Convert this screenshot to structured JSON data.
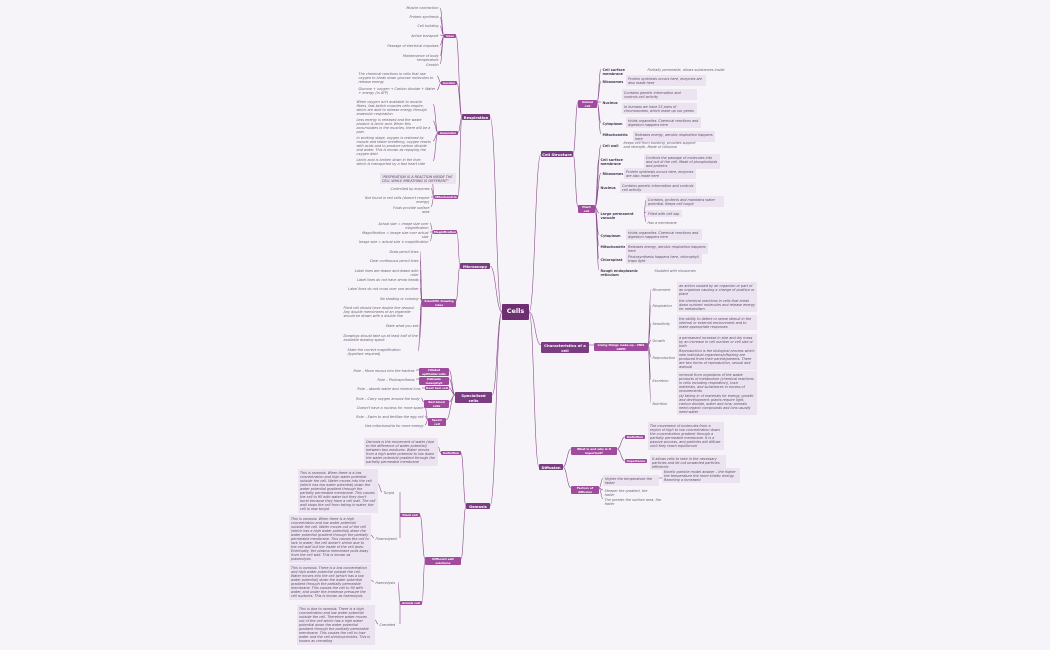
{
  "center": "Cells",
  "respiration": {
    "title": "Respiration",
    "uses": {
      "label": "Uses",
      "items": [
        "Muscle contraction",
        "Protein synthesis",
        "Cell building",
        "Active transport",
        "Passage of electrical impulses",
        "Maintenance of body temperature",
        "Growth"
      ]
    },
    "aerobic": {
      "label": "Aerobic",
      "items": [
        "The chemical reactions in cells that use oxygen to break down glucose molecules to release energy",
        "Glucose + oxygen → Carbon dioxide + Water + energy  (in ATP)"
      ]
    },
    "anaerobic": {
      "label": "Anaerobic",
      "items": [
        "When oxygen isn't available to muscle fibers, fast-twitch muscles cells respire, which are able to release energy through anaerobic respiration",
        "Less energy is released and the waste product is lactic acid. When this accumulates in the muscles, there will be a pain",
        "In working stage, oxygen is restored by muscle and faster breathing, oxygen reacts with acids and to produce carbon dioxide and water. This is known as repaying the oxygen debt",
        "Lactic acid is broken down in the liver, which is transported by a fast heart rate"
      ]
    },
    "mitochondria": {
      "label": "Mitochondria",
      "items": [
        "\"RESPIRATION IS A REACTION INSIDE THE CELL WHILE BREATHING IS DIFFERENT\"",
        "Controlled by enzymes",
        "Not found in red cells (doesn't require energy)",
        "Folds provide surface area"
      ]
    }
  },
  "microscopy": {
    "title": "Microscopy",
    "magnification": {
      "label": "Magnification",
      "items": [
        "Actual size = image size over magnification",
        "Magnification = image size over actual size",
        "Image size = actual size × magnification"
      ]
    },
    "drawing": {
      "label": "Scientific drawing rules",
      "items": [
        "Draw pencil lines",
        "Clear continuous pencil lines",
        "Label lines are drawn and drawn with ruler",
        "Label lines do not have arrow heads",
        "Label lines do not cross over one another",
        "No shading or coloring",
        "Plant cell should have double line around. Any double membranes of an organelle should be drawn with a double line",
        "State what you see",
        "Drawings should take up at least half of the available drawing space",
        "State the correct magnification (typeface required)"
      ]
    }
  },
  "specialised": {
    "title": "Specialised cells",
    "cells": [
      {
        "label": "Ciliated epithelial cells",
        "role": "Role – Move mucus into the trachea"
      },
      {
        "label": "Palisade mesophyll",
        "role": "Role – Photosynthesis"
      },
      {
        "label": "Root hair cell",
        "role": "Role – absorb water and mineral ions"
      },
      {
        "label": "Red blood cells",
        "role": "Role – Carry oxygen around the body"
      }
    ],
    "sperm": {
      "label": "Sperm cell",
      "items": [
        "Doesn't have a nucleus for more space",
        "Role – Swim to and fertilise the egg cell",
        "Has mitochondria for more energy"
      ]
    }
  },
  "osmosis": {
    "title": "Osmosis",
    "definition_label": "Definition",
    "definition": "Osmosis is the movement of water (due to the difference of water potential) between two mediums. Water moves from a high water potential to low down the water potential gradient through the partially permeable membrane",
    "solutions_label": "Different salt solutions",
    "plant": {
      "label": "Plant cell",
      "turgid_label": "Turgid",
      "turgid": "This is osmosis. When there is a low concentration and high water potential outside the cell. Water moves into the cell (which has low water potential) down the water potential gradient through the partially permeable membrane. This causes the cell to fill with water but they don't burst because they have a cell wall. The cell wall stops the cell from taking in water, the cell is now turgid",
      "plasmolysed_label": "Plasmolysed",
      "plasmolysed": "This is osmosis. When there is a high concentration and low water potential outside the cell. Water moves out of the cell (which has a high water potential) down the water potential gradient through the partially permeable membrane. This causes the cell to lack in water, the cell doesn't shrink due to the cell wall but the inside of the cell does. Eventually, the plasma membrane pulls away from the cell wall. This is known as plasmolysis"
    },
    "animal": {
      "label": "Animal cell",
      "haemolysis_label": "Haemolysis",
      "haemolysis": "This is osmosis. There is a low concentration and high water potential outside the cell. Water moves into the cell (which has a low water potential) down the water potential gradient through the partially permeable membrane. This causes the cell to fill with water, and under the immense pressure the cell ruptures. This is known as haemolysis",
      "crenated_label": "Crenated",
      "crenated": "This is due to osmosis. There is a high concentration and low water potential outside the cell. Therefore water moves out of the cell which has a high water potential down the water potential gradient through the partially permeable membrane. This causes the cell to lose water and the cell shrinks/crinkles. This is known as crenating"
    }
  },
  "cell_structure": {
    "title": "Cell Structure",
    "animal": {
      "label": "Animal cell",
      "items": [
        {
          "name": "Cell surface membrane",
          "desc": "Partially permeable, allows substances inside"
        },
        {
          "name": "Ribosomes",
          "desc": "Protein synthesis occurs here, enzymes are also made here"
        },
        {
          "name": "Nucleus",
          "desc": "Contains genetic information and controls cell activity"
        },
        {
          "name": "",
          "desc": "In humans we have 23 pairs of chromosomes, which make up our genes"
        },
        {
          "name": "Cytoplasm",
          "desc": "Holds organelles. Chemical reactions and digestion happens here"
        },
        {
          "name": "Mitochondria",
          "desc": "Releases energy, aerobic respiration happens here"
        }
      ]
    },
    "plant": {
      "label": "Plant cell",
      "items": [
        {
          "name": "Cell wall",
          "desc": "Keeps cell from bursting, provides support and strength. Made of cellulose"
        },
        {
          "name": "Cell surface membrane",
          "desc": "Controls the passage of molecules into and out of the cell. Made of phospholipids and proteins"
        },
        {
          "name": "Ribosomes",
          "desc": "Protein synthesis occurs here, enzymes are also made here"
        },
        {
          "name": "Nucleus",
          "desc": "Contains genetic information and controls cell activity"
        },
        {
          "name": "Large permanent vacuole",
          "desc": "Contains, protects and maintains water potential. Keeps cell turgid"
        }
      ],
      "vacuole_extra": [
        "Filled with cell sap",
        "Has a membrane"
      ],
      "items2": [
        {
          "name": "Cytoplasm",
          "desc": "Holds organelles. Chemical reactions and digestion happens here"
        },
        {
          "name": "Mitochondria",
          "desc": "Releases energy, aerobic respiration happens here"
        },
        {
          "name": "Chloroplast",
          "desc": "Photosynthesis happens here, chlorophyll traps light"
        },
        {
          "name": "Rough endoplasmic reticulum",
          "desc": "Studded with ribosomes"
        }
      ]
    }
  },
  "characteristics": {
    "title": "Characteristics of a cell",
    "sub": "Living things make up – MRS GREN",
    "items": [
      {
        "name": "Movement",
        "desc": "an action caused by an organism or part of an organism causing a change of position or place"
      },
      {
        "name": "Respiration",
        "desc": "the chemical reactions in cells that break down nutrient molecules and release energy for metabolism"
      },
      {
        "name": "Sensitivity",
        "desc": "the ability to detect or sense stimuli in the internal or external environment and to make appropriate responses"
      },
      {
        "name": "Growth",
        "desc": "a permanent increase in size and dry mass by an increase in cell number or cell size or both"
      },
      {
        "name": "Reproduction",
        "desc": "Reproduction is the biological process which new individual organisms/offspring are produced from their parent/parents. There are two forms of reproduction, sexual and asexual"
      },
      {
        "name": "Excretion",
        "desc": "removal from organisms of the waste products of metabolism (chemical reactions in cells including respiration), toxic materials, and substances in excess of requirements"
      },
      {
        "name": "Nutrition",
        "desc": "(a) taking in of materials for energy, growth and development; plants require light, carbon dioxide, water and ions; animals need organic compounds and ions usually need water"
      }
    ]
  },
  "diffusion": {
    "title": "Diffusion",
    "what_label": "What is and why is it important?",
    "definition_label": "Definition",
    "definition": "The movement of molecules from a region of high to low concentration down the concentration gradient through a partially permeable membrane. It is a passive process, and particles will diffuse until they reach equilibrium",
    "importance_label": "Importance",
    "importance": "It allows cells to take in the necessary particles and let out unwanted particles efficiently",
    "factors_label": "Factors of diffusion",
    "factors": [
      {
        "name": "Higher the temperature the faster",
        "desc": "Kinetic particle model answer – the higher the temperature the more kinetic energy. Reaching a increased"
      },
      {
        "name": "Steeper the gradient, the faster",
        "desc": ""
      },
      {
        "name": "The greater the surface area, the faster",
        "desc": ""
      }
    ]
  }
}
